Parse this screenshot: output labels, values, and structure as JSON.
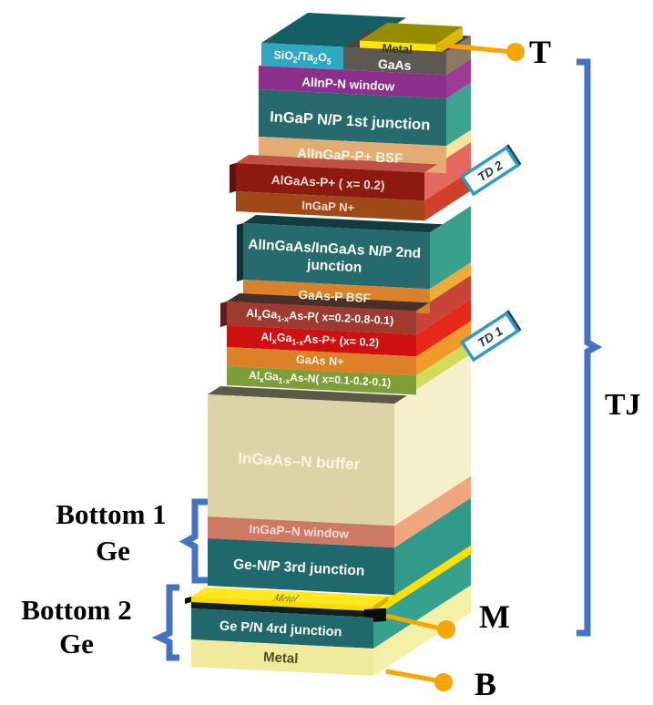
{
  "colors": {
    "background": "#FFFFFF",
    "top_face": "#155E63",
    "sio2_front": "#2EA7C2",
    "gaas_front": "#5C5852",
    "gaas_top": "#4A463F",
    "gaas_side": "#8A7A64",
    "pad_top": "#968C00",
    "pad_front": "#FFE40A",
    "pad_side": "#D8BC00",
    "pad_shadow": "#141405",
    "win1_front": "#8E2F8E",
    "win1_side": "#9C3C94",
    "j1_front": "#266A6E",
    "j1_side": "#3DA28E",
    "bsf1_front": "#E2AC72",
    "bsf1_side": "#F6E39B",
    "b_ledge": "#C05048",
    "algaasp_front": "#8C1A10",
    "algaasp_side": "#E4685E",
    "b_sliver": "#5E120C",
    "ingapn_front": "#A04818",
    "ingapn_side": "#D04028",
    "c_ledge": "#113C40",
    "j2_front": "#266A6E",
    "j2_side": "#3AA08C",
    "c_sliver": "#0E3236",
    "bsf2_front": "#D9822B",
    "bsf2_side": "#F0AC38",
    "d_ledge": "#46302A",
    "d1_front": "#9E3A30",
    "d1_side": "#C84438",
    "d_sliver": "#5E1E18",
    "d2_front": "#CE1010",
    "d2_side": "#E82818",
    "d3_front": "#DE8028",
    "d3_side": "#F09A28",
    "d4_front": "#7E9E38",
    "d4_side": "#D2DC58",
    "e_ledge": "#5C5A44",
    "buffer_front": "#DCD4A8",
    "buffer_side": "#F6F0CA",
    "win2_front": "#CC7A64",
    "win2_side": "#F0A67E",
    "j3_front": "#1F686C",
    "j3_side": "#329A8A",
    "strip_top": "#FFE81E",
    "strip_front": "#FFD90A",
    "strip_side": "#FFE000",
    "strip_end": "#D8B400",
    "strip_shadow": "#10201F",
    "black": "#0A0A0A",
    "j4_front": "#20686C",
    "j4_side": "#35A28E",
    "metal_bottom_front": "#EFEA9C",
    "metal_bottom_side": "#F4F0A8",
    "connector_orange": "#F9A602",
    "bracket_blue": "#4472C4",
    "td_border": "#2B9CC8",
    "td_dark": "#1E3A52",
    "td_fill": "#FFFFFF"
  },
  "layers": {
    "pad_metal": "Metal",
    "sio2": {
      "p0": "SiO",
      "p1": "2",
      "p2": "/Ta",
      "p3": "2",
      "p4": "O",
      "p5": "5"
    },
    "gaas": "GaAs",
    "window1": "AlInP-N window",
    "j1": "InGaP N/P 1st junction",
    "bsf1": "AlInGaP-P+  BSF",
    "algaasp": "AlGaAs-P+ ( x= 0.2)",
    "ingapn": "InGaP N+",
    "j2_line1": "AlInGaAs/InGaAs N/P 2nd",
    "j2_line2": "junction",
    "bsf2": "GaAs-P BSF",
    "d1": {
      "p0": "Al",
      "p1": "x",
      "p2": "Ga",
      "p3": "1-x",
      "p4": "As-P( x=0.2-0.8-0.1)"
    },
    "d2": {
      "p0": "Al",
      "p1": "x",
      "p2": "Ga",
      "p3": "1-x",
      "p4": "As-P+ (x= 0.2)"
    },
    "d3": "GaAs N+",
    "d4": {
      "p0": "Al",
      "p1": "x",
      "p2": "Ga",
      "p3": "1-x",
      "p4": "As-N( x=0.1-0.2-0.1)"
    },
    "buffer": "InGaAs–N buffer",
    "window2": "InGaP–N window",
    "j3": "Ge-N/P 3rd junction",
    "strip_metal": "Metal",
    "j4": "Ge P/N 4rd junction",
    "metal_bottom": "Metal"
  },
  "annotations": {
    "t": "T",
    "td2": "TD 2",
    "td1": "TD 1",
    "tj": "TJ",
    "m": "M",
    "b": "B",
    "bottom1_line1": "Bottom 1",
    "bottom1_line2": "Ge",
    "bottom2_line1": "Bottom 2",
    "bottom2_line2": "Ge"
  }
}
